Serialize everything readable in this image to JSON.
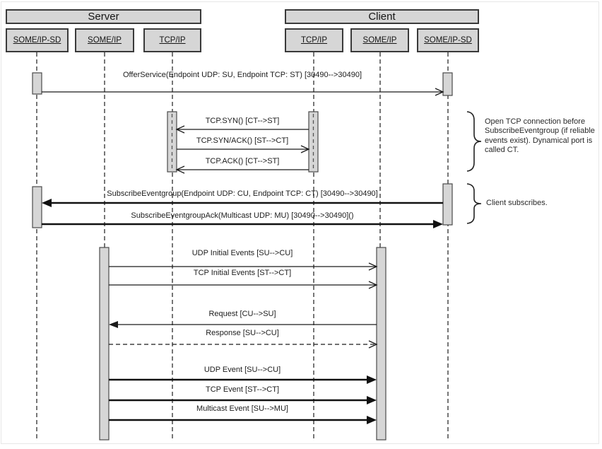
{
  "headers": {
    "server": "Server",
    "client": "Client"
  },
  "lifelines": {
    "server_sd": "SOME/IP-SD",
    "server_someip": "SOME/IP",
    "server_tcpip": "TCP/IP",
    "client_tcpip": "TCP/IP",
    "client_someip": "SOME/IP",
    "client_sd": "SOME/IP-SD"
  },
  "messages": {
    "offer_service": "OfferService(Endpoint UDP: SU, Endpoint TCP: ST) [30490-->30490]",
    "tcp_syn": "TCP.SYN() [CT-->ST]",
    "tcp_synack": "TCP.SYN/ACK() [ST-->CT]",
    "tcp_ack": "TCP.ACK() [CT-->ST]",
    "subscribe": "SubscribeEventgroup(Endpoint UDP: CU, Endpoint TCP: CT) [30490-->30490]",
    "subscribe_ack": "SubscribeEventgroupAck(Multicast UDP: MU) [30490-->30490]()",
    "udp_initial": "UDP Initial Events [SU-->CU]",
    "tcp_initial": "TCP Initial Events [ST-->CT]",
    "request": "Request [CU-->SU]",
    "response": "Response [SU-->CU]",
    "udp_event": "UDP Event [SU-->CU]",
    "tcp_event": "TCP Event [ST-->CT]",
    "multicast_event": "Multicast Event [SU-->MU]"
  },
  "annotations": {
    "tcp_note": "Open TCP connection before SubscribeEventgroup (if reliable events exist). Dynamical port is called CT.",
    "subscribe_note": "Client subscribes."
  },
  "colors": {
    "box_fill": "#d6d6d6",
    "box_border": "#3a3a3a",
    "line": "#1a1a1a",
    "background": "#ffffff"
  }
}
